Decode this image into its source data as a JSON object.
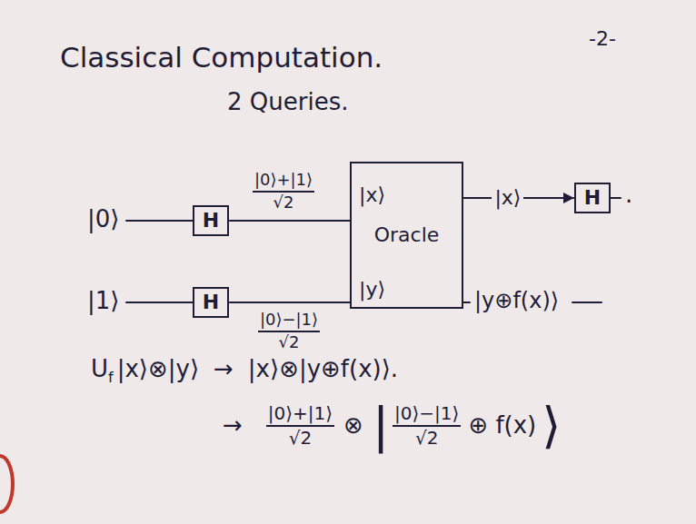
{
  "diagram": {
    "title": "Classical Computation.",
    "nodes": [
      {
        "text": [
          "H"
        ]
      },
      {
        "text": [
          "H"
        ]
      },
      {
        "text": [
          "|x⟩",
          "Oracle",
          "|y⟩"
        ]
      },
      {
        "text": [
          "H"
        ]
      }
    ],
    "edges": [
      {
        "from": 0,
        "to": 2,
        "arrow": "none"
      },
      {
        "from": 1,
        "to": 2,
        "arrow": "none"
      },
      {
        "from": 2,
        "to": 3,
        "label": "|x⟩",
        "arrow": "to"
      }
    ],
    "labels": [
      "-2-",
      "2 Queries.",
      "|0⟩+|1⟩",
      "√2",
      "|0⟩",
      "|1⟩",
      "|0⟩−|1⟩",
      "√2",
      ".",
      "|y⊕f(x)⟩",
      "U",
      "f",
      "|x⟩⊗|y⟩",
      "→",
      "|x⟩⊗|y⊕f(x)⟩.",
      "→",
      "|0⟩+|1⟩",
      "√2",
      "⊗",
      "|",
      "|0⟩−|1⟩",
      "√2",
      "⊕ f(x)",
      "⟩"
    ]
  }
}
